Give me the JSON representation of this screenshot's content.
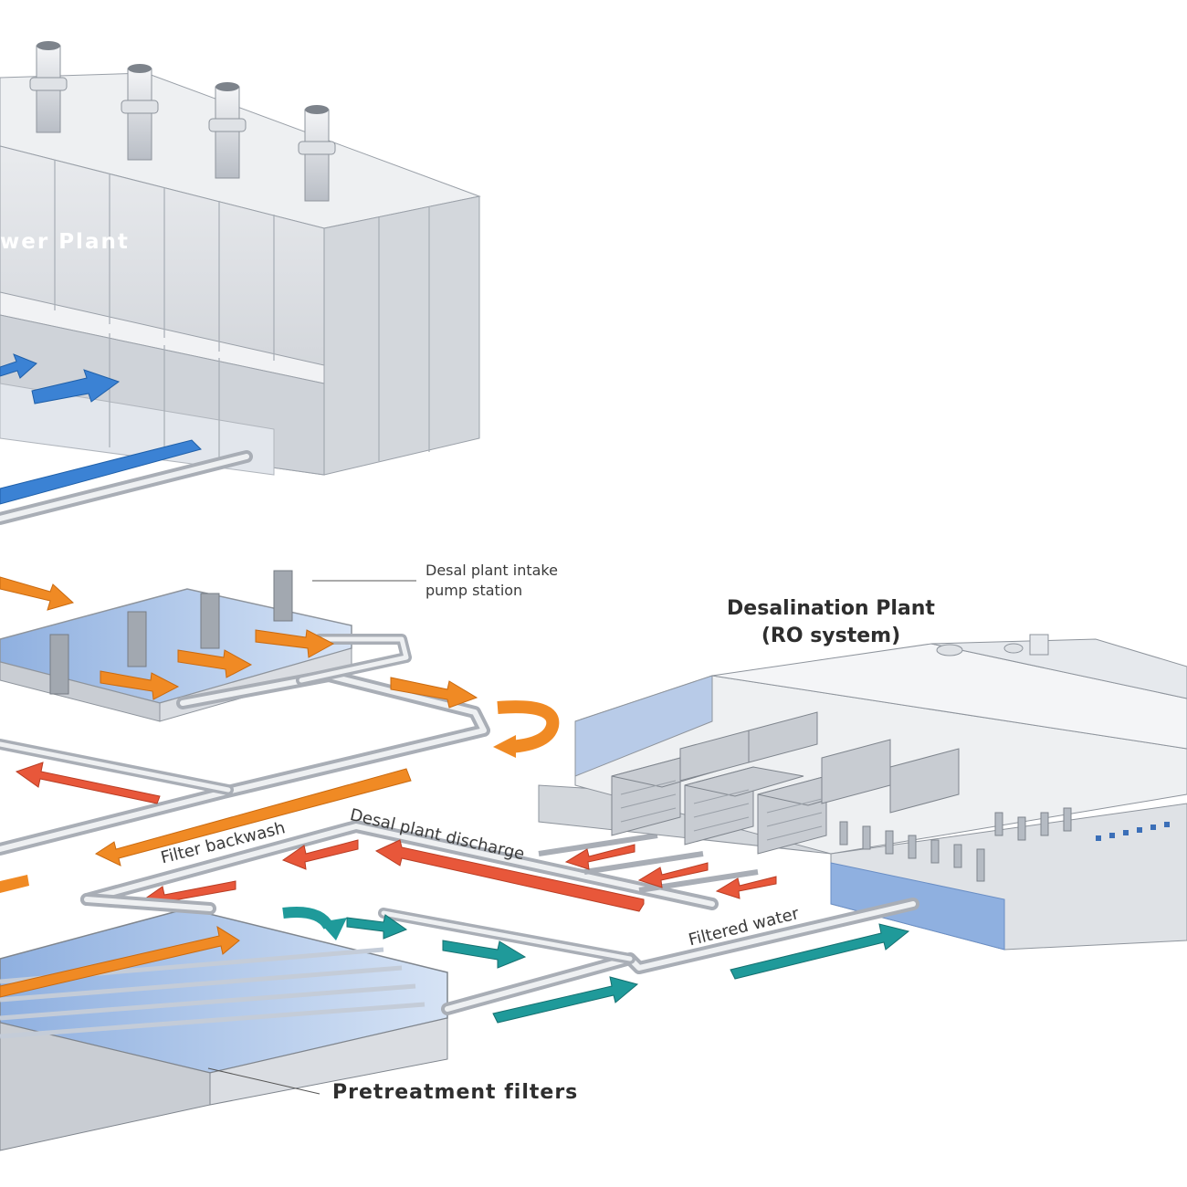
{
  "labels": {
    "power_plant": "wer Plant",
    "intake": "Desal plant intake",
    "intake_line2": "pump station",
    "desal_title": "Desalination Plant",
    "desal_sub": "(RO system)",
    "discharge": "Desal plant discharge",
    "backwash": "Filter backwash",
    "filtered": "Filtered water",
    "pretreatment": "Pretreatment filters"
  },
  "colors": {
    "orange": "#f08a24",
    "red": "#e8573a",
    "blue": "#3b82d4",
    "teal": "#1f9a9a",
    "building_grey": "#dadde2",
    "water_blue": "#aec6ea"
  }
}
